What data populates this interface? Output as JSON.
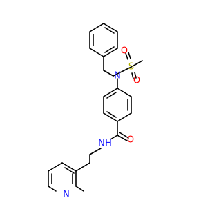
{
  "atoms": {
    "nitrogen_sulfonamide": {
      "label": "N",
      "color": "#1a1aff"
    },
    "sulfur": {
      "label": "S",
      "color": "#b3b300"
    },
    "oxygen_upper": {
      "label": "O",
      "color": "#ff0000"
    },
    "oxygen_lower": {
      "label": "O",
      "color": "#ff0000"
    },
    "oxygen_amide": {
      "label": "O",
      "color": "#ff0000"
    },
    "nitrogen_amide": {
      "label": "N",
      "color": "#1a1aff"
    },
    "hydrogen_amide": {
      "label": "H",
      "color": "#1a1aff"
    },
    "nitrogen_pyridine": {
      "label": "N",
      "color": "#1a1aff"
    }
  }
}
